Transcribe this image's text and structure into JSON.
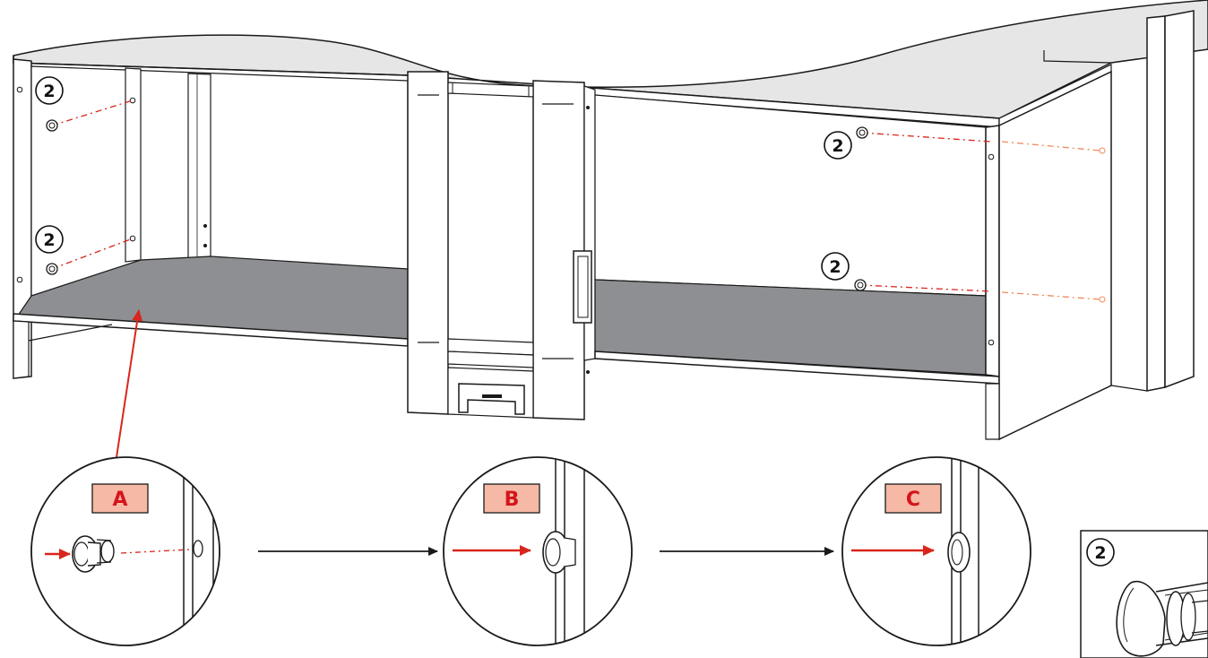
{
  "steps": [
    {
      "letter": "A"
    },
    {
      "letter": "B"
    },
    {
      "letter": "C"
    }
  ],
  "callout_number": "2",
  "colors": {
    "accent_red": "#d9261c",
    "badge_fill": "#f6b9a6",
    "shelf_gray": "#8e8f92",
    "top_gray": "#e6e6e6",
    "line_black": "#1a1a1a",
    "ghost_orange": "#f08a5d"
  }
}
